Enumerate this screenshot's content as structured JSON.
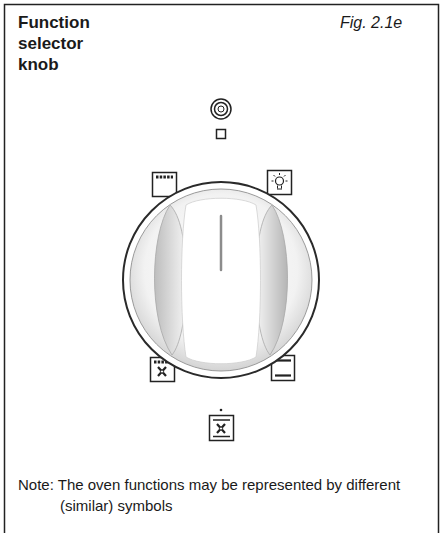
{
  "diagram": {
    "title": "Function selector knob",
    "labels": [
      "Fig. 2.1e",
      "Note: The oven functions may be represented by different (similar) symbols"
    ]
  }
}
